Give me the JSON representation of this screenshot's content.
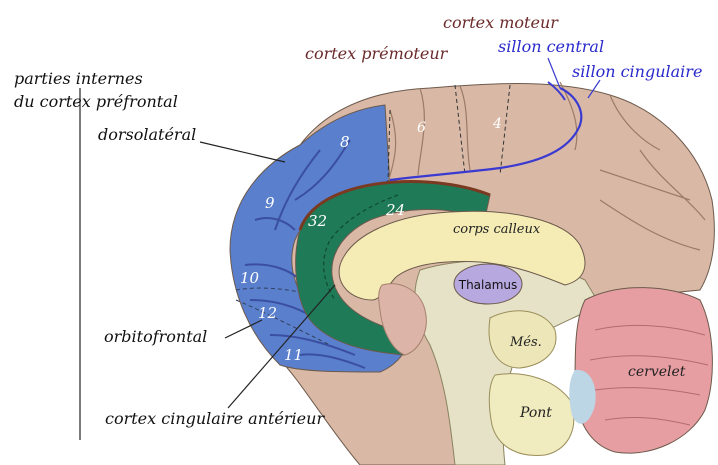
{
  "colors": {
    "prefrontal_blue": "#5a7fcc",
    "cingulate_green": "#1f7a57",
    "corpus_callosum": "#f4ecb4",
    "thalamus": "#b7a8e0",
    "cerebellum": "#e79ea3",
    "cortex_tan": "#d9b9a6",
    "label_dark_red": "#6b2a2a",
    "label_blue": "#2a2acc"
  },
  "labels": {
    "internal_parts": [
      "parties internes",
      "du cortex préfrontal"
    ],
    "dorsolateral": "dorsolatéral",
    "orbitofrontal": "orbitofrontal",
    "anterior_cingulate": "cortex cingulaire antérieur",
    "premotor": "cortex prémoteur",
    "motor": "cortex moteur",
    "central_sulcus": "sillon central",
    "cingulate_sulcus": "sillon cingulaire",
    "corpus_callosum": "corps calleux",
    "thalamus": "Thalamus",
    "midbrain": "Més.",
    "pons": "Pont",
    "cerebellum": "cervelet"
  },
  "brodmann_areas": {
    "a8": "8",
    "a9": "9",
    "a10": "10",
    "a12": "12",
    "a11": "11",
    "a32": "32",
    "a24": "24",
    "a6": "6",
    "a4": "4"
  }
}
